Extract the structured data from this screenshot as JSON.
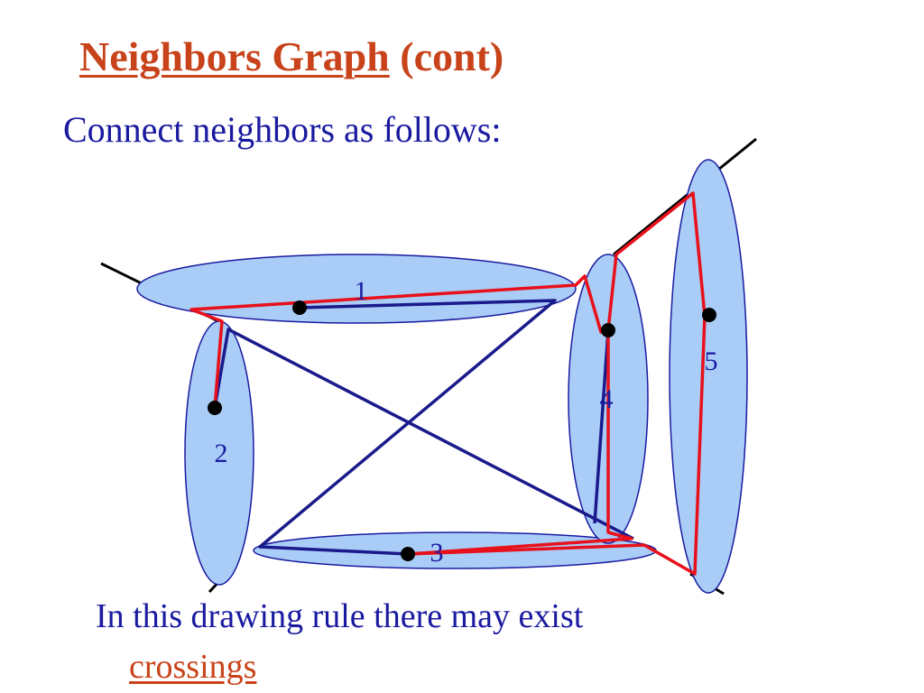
{
  "title": {
    "main": "Neighbors Graph",
    "suffix": " (cont)"
  },
  "subtitle": "Connect neighbors as follows:",
  "caption": {
    "text": "In this drawing rule there may exist",
    "highlight": "crossings"
  },
  "diagram": {
    "regions": [
      {
        "label": "1"
      },
      {
        "label": "2"
      },
      {
        "label": "3"
      },
      {
        "label": "4"
      },
      {
        "label": "5"
      }
    ]
  },
  "colors": {
    "title": "#c8431a",
    "text": "#1a1aa0",
    "region_fill": "#a9cdf7",
    "region_stroke": "#1a1aa0",
    "red_edge": "#e8101a",
    "blue_edge": "#1a1a8c",
    "axis_line": "#000000"
  }
}
